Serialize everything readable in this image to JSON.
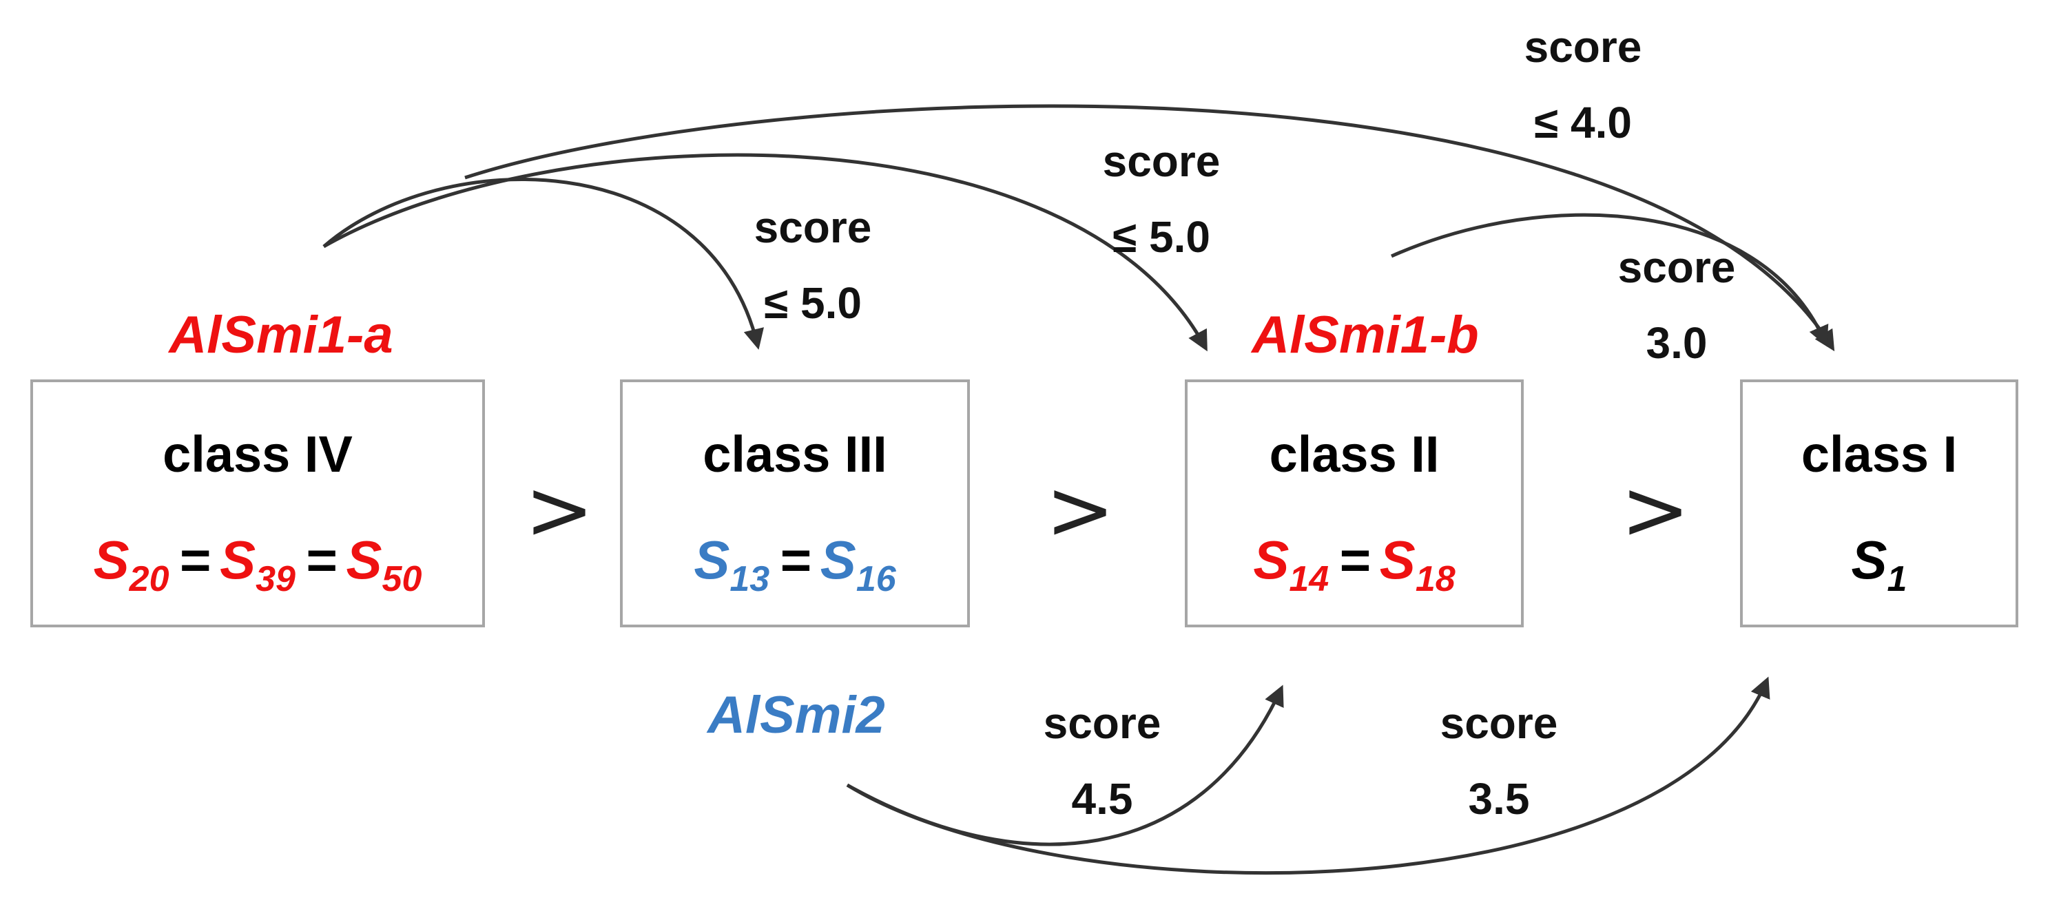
{
  "colors": {
    "red": "#ee1111",
    "blue": "#3a7cc4",
    "black": "#000000",
    "box_stroke": "#a6a6a6",
    "arrow": "#333333"
  },
  "classes": [
    {
      "name": "class IV",
      "members": [
        {
          "base": "S",
          "sub": "20",
          "color": "red"
        },
        {
          "base": "S",
          "sub": "39",
          "color": "red"
        },
        {
          "base": "S",
          "sub": "50",
          "color": "red"
        }
      ]
    },
    {
      "name": "class III",
      "members": [
        {
          "base": "S",
          "sub": "13",
          "color": "blue"
        },
        {
          "base": "S",
          "sub": "16",
          "color": "blue"
        }
      ]
    },
    {
      "name": "class II",
      "members": [
        {
          "base": "S",
          "sub": "14",
          "color": "red"
        },
        {
          "base": "S",
          "sub": "18",
          "color": "red"
        }
      ]
    },
    {
      "name": "class I",
      "members": [
        {
          "base": "S",
          "sub": "1",
          "color": "black"
        }
      ]
    }
  ],
  "equals_sign": "=",
  "greater_than": ">",
  "genes": [
    {
      "name": "AlSmi1-a",
      "color": "red"
    },
    {
      "name": "AlSmi1-b",
      "color": "red"
    },
    {
      "name": "AlSmi2",
      "color": "blue"
    }
  ],
  "score_labels": [
    {
      "line1": "score",
      "line2": "≤ 5.0"
    },
    {
      "line1": "score",
      "line2": "≤ 5.0"
    },
    {
      "line1": "score",
      "line2": "≤ 4.0"
    },
    {
      "line1": "score",
      "line2": "3.0"
    },
    {
      "line1": "score",
      "line2": "4.5"
    },
    {
      "line1": "score",
      "line2": "3.5"
    }
  ]
}
